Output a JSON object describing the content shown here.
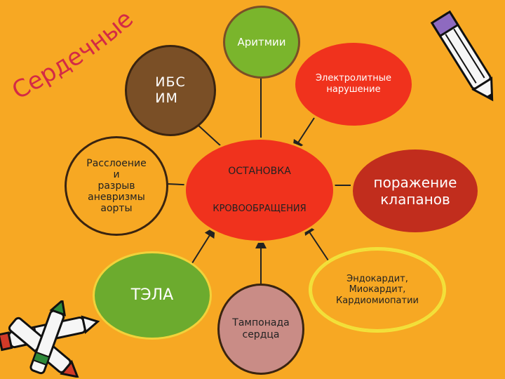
{
  "title_word": "Сердечные",
  "center": {
    "line1": "ОСТАНОВКА",
    "line2": "КРОВООБРАЩЕНИЯ"
  },
  "nodes": {
    "arrhythmia": "Аритмии",
    "ibs": "ИБС\nИМ",
    "electrolyte": "Электролитные\nнарушение",
    "dissection": "Расслоение\nи\nразрыв\nаневризмы\nаорты",
    "valves": "поражение\nклапанов",
    "tela": "ТЭЛА",
    "endocarditis": "Эндокардит,\nМиокардит,\nКардиомиопатии",
    "tamponade": "Тампонада\nсердца"
  },
  "colors": {
    "background": "#f7a823",
    "center": "#f0321d",
    "arrhythmia": "#7ab52c",
    "ibs": "#7a4f26",
    "electrolyte": "#f0321d",
    "dissection": "#f7a823",
    "valves": "#c12d1d",
    "tela": "#6cab2e",
    "endocarditis": "#f7a823",
    "tamponade": "#c98c86",
    "title_word": "#d42a45"
  }
}
